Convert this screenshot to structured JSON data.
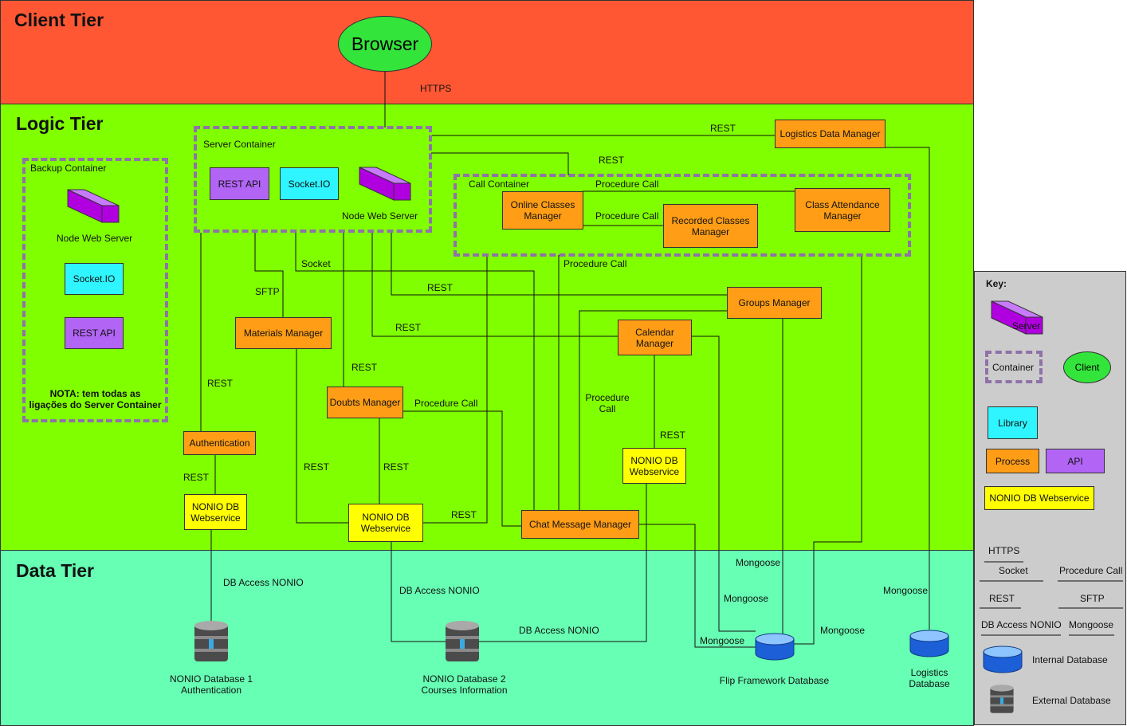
{
  "tiers": {
    "client": "Client Tier",
    "logic": "Logic Tier",
    "data": "Data Tier"
  },
  "browser": "Browser",
  "containers": {
    "server": "Server Container",
    "backup": "Backup Container",
    "call": "Call Container"
  },
  "server_container": {
    "rest_api": "REST API",
    "socket_io": "Socket.IO",
    "node_web_server": "Node Web Server"
  },
  "backup_container": {
    "node_web_server": "Node Web Server",
    "socket_io": "Socket.IO",
    "rest_api": "REST API",
    "note_line1": "NOTA: tem todas as",
    "note_line2": "ligações do Server Container"
  },
  "components": {
    "logistics": "Logistics Data Manager",
    "online_classes_l1": "Online Classes",
    "online_classes_l2": "Manager",
    "recorded_classes_l1": "Recorded Classes",
    "recorded_classes_l2": "Manager",
    "class_attendance_l1": "Class Attendance",
    "class_attendance_l2": "Manager",
    "groups": "Groups Manager",
    "calendar_l1": "Calendar",
    "calendar_l2": "Manager",
    "materials": "Materials Manager",
    "doubts": "Doubts Manager",
    "authentication": "Authentication",
    "chat": "Chat Message Manager",
    "nonio_ws_l1": "NONIO DB",
    "nonio_ws_l2": "Webservice"
  },
  "edge_labels": {
    "https": "HTTPS",
    "rest": "REST",
    "procedure_call": "Procedure Call",
    "procedure": "Procedure",
    "call": "Call",
    "socket": "Socket",
    "sftp": "SFTP",
    "mongoose": "Mongoose",
    "db_access": "DB Access NONIO"
  },
  "databases": {
    "nonio1_l1": "NONIO Database 1",
    "nonio1_l2": "Authentication",
    "nonio2_l1": "NONIO Database 2",
    "nonio2_l2": "Courses Information",
    "flip": "Flip Framework Database",
    "logistics_l1": "Logistics",
    "logistics_l2": "Database"
  },
  "key": {
    "title": "Key:",
    "server": "Server",
    "container": "Container",
    "client": "Client",
    "library": "Library",
    "process": "Process",
    "api": "API",
    "nonio_ws": "NONIO DB Webservice",
    "https": "HTTPS",
    "socket": "Socket",
    "procedure_call": "Procedure Call",
    "rest": "REST",
    "sftp": "SFTP",
    "db_access": "DB Access NONIO",
    "mongoose": "Mongoose",
    "internal_db": "Internal Database",
    "external_db": "External Database"
  },
  "colors": {
    "client_tier": "#ff5733",
    "logic_tier": "#80ff00",
    "data_tier": "#66ffb3",
    "key_bg": "#cccccc",
    "process": "#ff9d16",
    "api": "#b265f5",
    "library": "#2ef5ff",
    "webservice": "#ffff00",
    "client": "#33e53b"
  }
}
